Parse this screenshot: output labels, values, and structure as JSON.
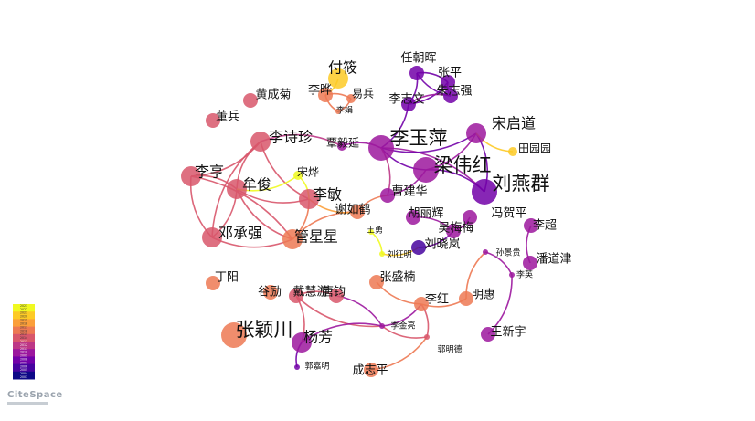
{
  "brand": "CiteSpace",
  "legend": {
    "colors": [
      "#f0f921",
      "#fdca26",
      "#fb9f3a",
      "#ed7953",
      "#d8576b",
      "#bd3786",
      "#9c179e",
      "#7201a8",
      "#46039f",
      "#0d0887"
    ],
    "labels": [
      "2023",
      "2022",
      "2021",
      "2020",
      "2019",
      "2018",
      "2017",
      "2016",
      "2015",
      "2014",
      "2013",
      "2012",
      "2011",
      "2010",
      "2009",
      "2008",
      "2007",
      "2006",
      "2005",
      "2004",
      "2003"
    ]
  },
  "nodes": [
    {
      "id": "fuxiao",
      "label": "付筱",
      "size": "l",
      "color": "#fdca26"
    },
    {
      "id": "renzhaohui",
      "label": "任朝晖",
      "size": "m",
      "color": "#7201a8"
    },
    {
      "id": "zhangping",
      "label": "张平",
      "size": "m",
      "color": "#7201a8"
    },
    {
      "id": "zhuzhiqiang",
      "label": "朱志强",
      "size": "m",
      "color": "#7201a8"
    },
    {
      "id": "lizhiwen",
      "label": "李志文",
      "size": "m",
      "color": "#7201a8"
    },
    {
      "id": "huangchengju",
      "label": "黄成菊",
      "size": "m",
      "color": "#d8576b"
    },
    {
      "id": "lihua",
      "label": "李晔",
      "size": "m",
      "color": "#ed7953"
    },
    {
      "id": "yibing",
      "label": "易兵",
      "size": "s",
      "color": "#ed7953"
    },
    {
      "id": "lijuan",
      "label": "李娟",
      "size": "xs",
      "color": "#ed7953"
    },
    {
      "id": "dongbing",
      "label": "董兵",
      "size": "m",
      "color": "#d8576b"
    },
    {
      "id": "lishizhen",
      "label": "李诗珍",
      "size": "l",
      "color": "#d8576b"
    },
    {
      "id": "qinyiyan",
      "label": "覃毅延",
      "size": "s",
      "color": "#9c179e"
    },
    {
      "id": "liyuping",
      "label": "李玉萍",
      "size": "xl",
      "color": "#9c179e"
    },
    {
      "id": "songqidao",
      "label": "宋启道",
      "size": "l",
      "color": "#9c179e"
    },
    {
      "id": "tianyuanyuan",
      "label": "田园园",
      "size": "s",
      "color": "#fdca26"
    },
    {
      "id": "liangweihong",
      "label": "梁伟红",
      "size": "xl",
      "color": "#9c179e"
    },
    {
      "id": "liuyanqun",
      "label": "刘燕群",
      "size": "xl",
      "color": "#7201a8"
    },
    {
      "id": "liheng",
      "label": "李亨",
      "size": "l",
      "color": "#d8576b"
    },
    {
      "id": "songye",
      "label": "宋烨",
      "size": "s",
      "color": "#f0f921"
    },
    {
      "id": "moujun",
      "label": "牟俊",
      "size": "l",
      "color": "#d8576b"
    },
    {
      "id": "limin",
      "label": "李敏",
      "size": "l",
      "color": "#d8576b"
    },
    {
      "id": "caojianhua",
      "label": "曹建华",
      "size": "m",
      "color": "#9c179e"
    },
    {
      "id": "xieruhe",
      "label": "谢如鹤",
      "size": "m",
      "color": "#ed7953"
    },
    {
      "id": "hulihui",
      "label": "胡丽辉",
      "size": "m",
      "color": "#9c179e"
    },
    {
      "id": "fenghaping",
      "label": "冯贺平",
      "size": "m",
      "color": "#9c179e"
    },
    {
      "id": "dengchengqiang",
      "label": "邓承强",
      "size": "l",
      "color": "#d8576b"
    },
    {
      "id": "guanxingxing",
      "label": "管星星",
      "size": "l",
      "color": "#ed7953"
    },
    {
      "id": "wangyong",
      "label": "王勇",
      "size": "xs",
      "color": "#f0f921"
    },
    {
      "id": "wumeimei",
      "label": "吴梅梅",
      "size": "m",
      "color": "#9c179e"
    },
    {
      "id": "lichao",
      "label": "李超",
      "size": "m",
      "color": "#9c179e"
    },
    {
      "id": "liuxiaolan",
      "label": "刘晓岚",
      "size": "m",
      "color": "#46039f"
    },
    {
      "id": "liuzhengming",
      "label": "刘征明",
      "size": "xs",
      "color": "#f0f921"
    },
    {
      "id": "sunjinggui",
      "label": "孙景贵",
      "size": "xs",
      "color": "#9c179e"
    },
    {
      "id": "pandaojin",
      "label": "潘道津",
      "size": "m",
      "color": "#9c179e"
    },
    {
      "id": "liying",
      "label": "李英",
      "size": "xs",
      "color": "#9c179e"
    },
    {
      "id": "dingyang",
      "label": "丁阳",
      "size": "m",
      "color": "#ed7953"
    },
    {
      "id": "zhangshengnan",
      "label": "张盛楠",
      "size": "m",
      "color": "#ed7953"
    },
    {
      "id": "gulian",
      "label": "谷励",
      "size": "m",
      "color": "#ed7953"
    },
    {
      "id": "daihuiyou",
      "label": "戴慧游",
      "size": "m",
      "color": "#d8576b"
    },
    {
      "id": "tangjun",
      "label": "唐钧",
      "size": "m",
      "color": "#d8576b"
    },
    {
      "id": "mingyu",
      "label": "明惠",
      "size": "m",
      "color": "#ed7953"
    },
    {
      "id": "lihong",
      "label": "李红",
      "size": "m",
      "color": "#ed7953"
    },
    {
      "id": "zhangyingchuan",
      "label": "张颖川",
      "size": "xl",
      "color": "#ed7953"
    },
    {
      "id": "lijinliang",
      "label": "李金亮",
      "size": "xs",
      "color": "#9c179e"
    },
    {
      "id": "wangxinyu",
      "label": "王新宇",
      "size": "m",
      "color": "#9c179e"
    },
    {
      "id": "yangfang",
      "label": "杨芳",
      "size": "l",
      "color": "#9c179e"
    },
    {
      "id": "guomingde",
      "label": "郭明德",
      "size": "xs",
      "color": "#d8576b"
    },
    {
      "id": "guojiaming",
      "label": "郭嘉明",
      "size": "xs",
      "color": "#7201a8"
    },
    {
      "id": "chengzhiping",
      "label": "成志平",
      "size": "m",
      "color": "#ed7953"
    }
  ],
  "edges": [
    [
      "renzhaohui",
      "zhangping",
      "#7201a8"
    ],
    [
      "renzhaohui",
      "zhuzhiqiang",
      "#7201a8"
    ],
    [
      "renzhaohui",
      "lizhiwen",
      "#7201a8"
    ],
    [
      "zhangping",
      "zhuzhiqiang",
      "#9c179e"
    ],
    [
      "zhangping",
      "lizhiwen",
      "#7201a8"
    ],
    [
      "zhuzhiqiang",
      "lizhiwen",
      "#9c179e"
    ],
    [
      "lizhiwen",
      "liyuping",
      "#7201a8"
    ],
    [
      "liyuping",
      "liangweihong",
      "#7201a8"
    ],
    [
      "liyuping",
      "liuyanqun",
      "#9c179e"
    ],
    [
      "liyuping",
      "songqidao",
      "#7201a8"
    ],
    [
      "liyuping",
      "caojianhua",
      "#bd3786"
    ],
    [
      "liyuping",
      "qinyiyan",
      "#9c179e"
    ],
    [
      "liangweihong",
      "liuyanqun",
      "#7201a8"
    ],
    [
      "liangweihong",
      "songqidao",
      "#9c179e"
    ],
    [
      "songqidao",
      "liuyanqun",
      "#7201a8"
    ],
    [
      "songqidao",
      "tianyuanyuan",
      "#fdca26"
    ],
    [
      "liangweihong",
      "caojianhua",
      "#9c179e"
    ],
    [
      "caojianhua",
      "xieruhe",
      "#ed7953"
    ],
    [
      "hulihui",
      "wumeimei",
      "#9c179e"
    ],
    [
      "wumeimei",
      "fenghaping",
      "#9c179e"
    ],
    [
      "wumeimei",
      "liuxiaolan",
      "#7201a8"
    ],
    [
      "lishizhen",
      "limin",
      "#d8576b"
    ],
    [
      "lishizhen",
      "liheng",
      "#d8576b"
    ],
    [
      "lishizhen",
      "moujun",
      "#d8576b"
    ],
    [
      "lishizhen",
      "qinyiyan",
      "#bd3786"
    ],
    [
      "lishizhen",
      "dengchengqiang",
      "#d8576b"
    ],
    [
      "liheng",
      "moujun",
      "#d8576b"
    ],
    [
      "liheng",
      "dengchengqiang",
      "#d8576b"
    ],
    [
      "liheng",
      "guanxingxing",
      "#d8576b"
    ],
    [
      "moujun",
      "limin",
      "#d8576b"
    ],
    [
      "moujun",
      "dengchengqiang",
      "#d8576b"
    ],
    [
      "moujun",
      "guanxingxing",
      "#d8576b"
    ],
    [
      "limin",
      "guanxingxing",
      "#ed7953"
    ],
    [
      "limin",
      "songye",
      "#f0f921"
    ],
    [
      "songye",
      "moujun",
      "#f0f921"
    ],
    [
      "dengchengqiang",
      "guanxingxing",
      "#d8576b"
    ],
    [
      "guanxingxing",
      "xieruhe",
      "#ed7953"
    ],
    [
      "limin",
      "xieruhe",
      "#fb9f3a"
    ],
    [
      "fuxiao",
      "lihua",
      "#fdca26"
    ],
    [
      "lihua",
      "lijuan",
      "#ed7953"
    ],
    [
      "lihua",
      "yibing",
      "#ed7953"
    ],
    [
      "lijuan",
      "yibing",
      "#ed7953"
    ],
    [
      "wangyong",
      "liuzhengming",
      "#f0f921"
    ],
    [
      "liuzhengming",
      "liuxiaolan",
      "#fdca26"
    ],
    [
      "sunjinggui",
      "liying",
      "#9c179e"
    ],
    [
      "sunjinggui",
      "mingyu",
      "#ed7953"
    ],
    [
      "liying",
      "wangxinyu",
      "#9c179e"
    ],
    [
      "lichao",
      "pandaojin",
      "#9c179e"
    ],
    [
      "daihuiyou",
      "tangjun",
      "#d8576b"
    ],
    [
      "daihuiyou",
      "lijinliang",
      "#d8576b"
    ],
    [
      "tangjun",
      "lijinliang",
      "#9c179e"
    ],
    [
      "lijinliang",
      "lihong",
      "#9c179e"
    ],
    [
      "lihong",
      "guomingde",
      "#d8576b"
    ],
    [
      "lijinliang",
      "guomingde",
      "#d8576b"
    ],
    [
      "yangfang",
      "lijinliang",
      "#9c179e"
    ],
    [
      "yangfang",
      "guojiaming",
      "#7201a8"
    ],
    [
      "daihuiyou",
      "yangfang",
      "#d8576b"
    ],
    [
      "lihong",
      "mingyu",
      "#ed7953"
    ],
    [
      "lihong",
      "zhangshengnan",
      "#ed7953"
    ],
    [
      "chengzhiping",
      "guomingde",
      "#ed7953"
    ]
  ]
}
